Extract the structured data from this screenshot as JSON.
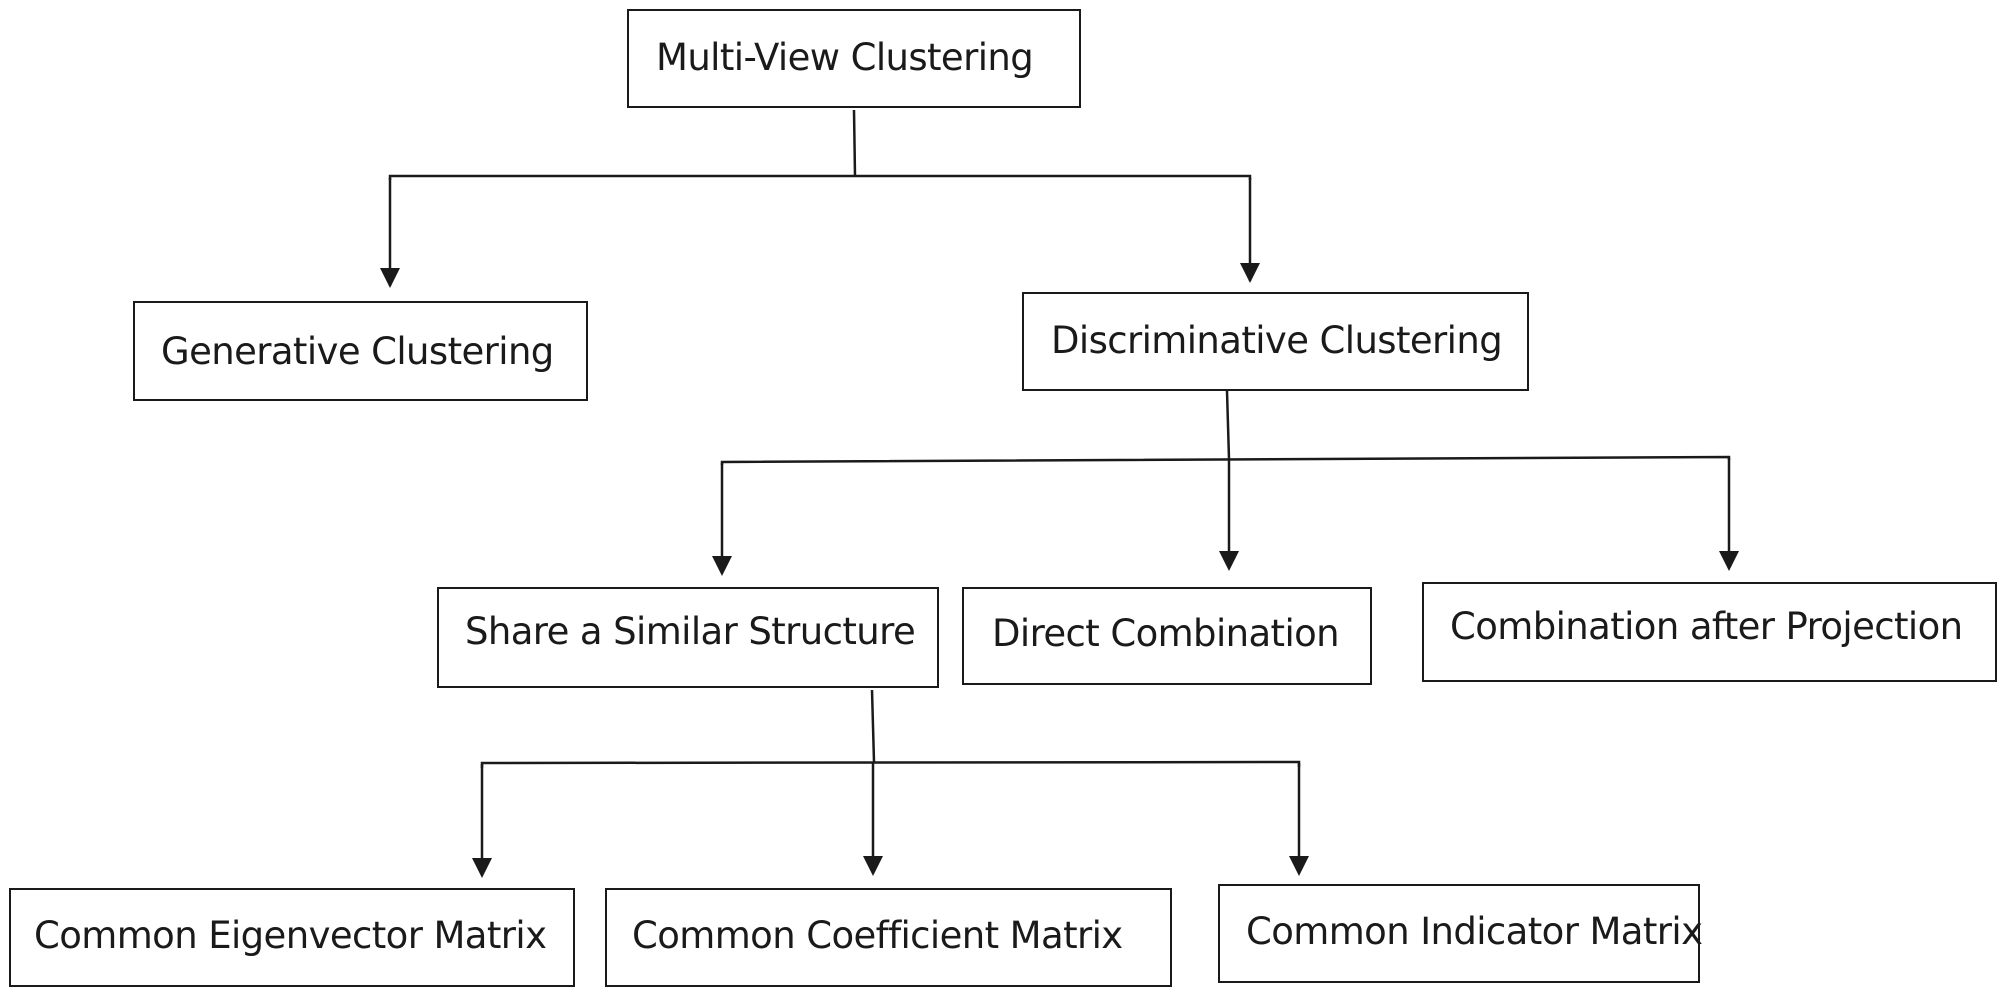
{
  "diagram": {
    "nodes": {
      "root": {
        "label": "Multi-View Clustering"
      },
      "generative": {
        "label": "Generative Clustering"
      },
      "discriminative": {
        "label": "Discriminative Clustering"
      },
      "share_structure": {
        "label": "Share a Similar Structure"
      },
      "direct_combination": {
        "label": "Direct Combination"
      },
      "combination_projection": {
        "label": "Combination after Projection"
      },
      "common_eigenvector": {
        "label": "Common Eigenvector Matrix"
      },
      "common_coefficient": {
        "label": "Common Coefficient Matrix"
      },
      "common_indicator": {
        "label": "Common Indicator Matrix"
      }
    },
    "edges": [
      {
        "from": "root",
        "to": "generative"
      },
      {
        "from": "root",
        "to": "discriminative"
      },
      {
        "from": "discriminative",
        "to": "share_structure"
      },
      {
        "from": "discriminative",
        "to": "direct_combination"
      },
      {
        "from": "discriminative",
        "to": "combination_projection"
      },
      {
        "from": "share_structure",
        "to": "common_eigenvector"
      },
      {
        "from": "share_structure",
        "to": "common_coefficient"
      },
      {
        "from": "share_structure",
        "to": "common_indicator"
      }
    ]
  }
}
